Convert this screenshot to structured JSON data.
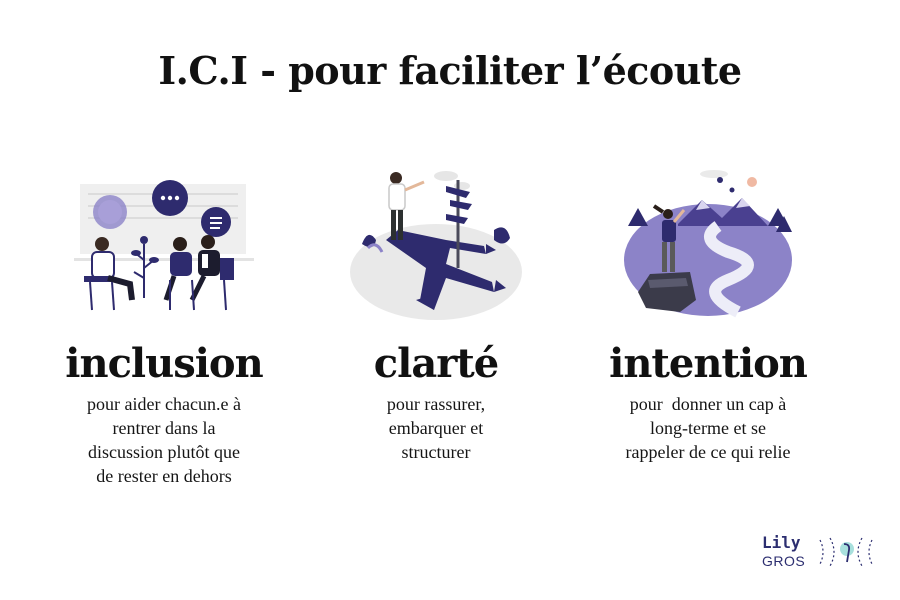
{
  "page": {
    "title": "I.C.I - pour faciliter l’écoute"
  },
  "columns": [
    {
      "heading": "inclusion",
      "description": [
        "pour aider chacun.e à",
        "rentrer dans la",
        "discussion plutôt que",
        "de rester en dehors"
      ],
      "illustration": "group-discussion-illustration"
    },
    {
      "heading": "clarté",
      "description": [
        "pour rassurer,",
        "embarquer et",
        "structurer"
      ],
      "illustration": "crossroads-signpost-illustration"
    },
    {
      "heading": "intention",
      "description": [
        "pour  donner un cap à",
        "long-terme et se",
        "rappeler de ce qui relie"
      ],
      "illustration": "mountain-path-illustration"
    }
  ],
  "logo": {
    "name": "Lily",
    "surname": "GROS"
  },
  "colors": {
    "accent": "#2e2b6e",
    "lavender": "#8c83c8",
    "light_gray": "#ececec"
  }
}
